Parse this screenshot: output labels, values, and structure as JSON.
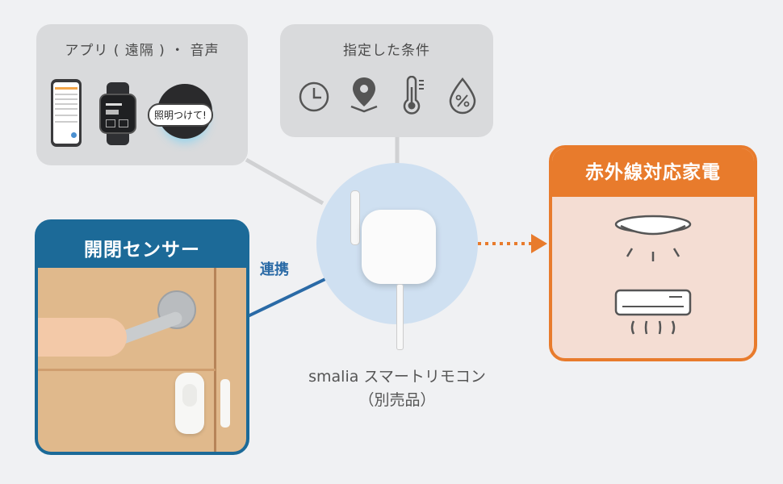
{
  "app_voice_panel": {
    "title": "アプリ ( 遠隔 ) ・ 音声",
    "speech_bubble": "照明つけて!"
  },
  "conditions_panel": {
    "title": "指定した条件",
    "icons": [
      "clock-icon",
      "location-pin-icon",
      "thermometer-icon",
      "humidity-drop-icon"
    ]
  },
  "sensor_panel": {
    "title": "開閉センサー"
  },
  "link_label": "連携",
  "hub": {
    "name": "smalia スマートリモコン",
    "note": "（別売品）"
  },
  "appliance_panel": {
    "title": "赤外線対応家電",
    "icons": [
      "ceiling-light-icon",
      "air-conditioner-icon"
    ]
  },
  "colors": {
    "sensor_blue": "#1c6a98",
    "orange": "#e87b2c",
    "hub_circle": "#cfe0f1",
    "link_blue": "#2a6aa6"
  }
}
